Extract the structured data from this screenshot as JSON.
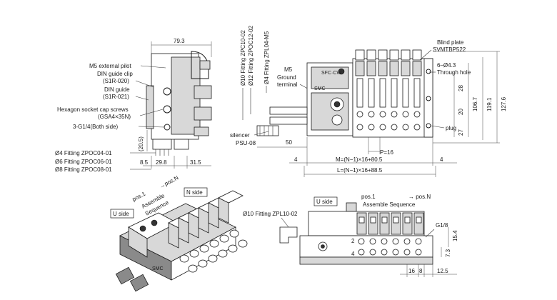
{
  "side_view": {
    "width_top": "79.3",
    "m5_pilot": "M5 external pilot",
    "din_clip": "DIN guide clip",
    "din_clip_code": "(S1R-020)",
    "din_guide": "DIN guide",
    "din_guide_code": "(S1R-021)",
    "hex_screws": "Hexagon socket cap screws",
    "hex_screws_code": "(GSA4×35N)",
    "port_3": "3-G1/4(Both side)",
    "height_20_5": "(20.5)",
    "fit4": "Ø4 Fitting ZPOC04-01",
    "fit6": "Ø6 Fitting ZPOC06-01",
    "fit8": "Ø8 Fitting ZPOC08-01",
    "dim_8_5": "8.5",
    "dim_29_8": "29.8",
    "dim_31_5": "31.5"
  },
  "top_view": {
    "fit10": "Ø10 Fitting ZPC10-02",
    "fit12": "Ø12 Fitting ZPOC12-02",
    "fit4": "Ø4 Fitting ZPL04-M5",
    "m5_ground": "M5",
    "ground": "Ground",
    "terminal": "terminal",
    "silencer": "silencer",
    "silencer_code": "PSU-08",
    "dim_50": "50",
    "p16": "P=16",
    "dim_4_left": "4",
    "dim_4_right": "4",
    "m_formula": "M=(N−1)×16+80.5",
    "l_formula": "L=(N−1)×16+88.5",
    "blind_plate": "Blind plate",
    "blind_plate_code": "SVMTBP522",
    "through_hole": "6–Ø4.3",
    "through_hole2": "Through hole",
    "plug": "plug",
    "dim_28": "28",
    "dim_20": "20",
    "dim_27": "27",
    "dim_106_7": "106.7",
    "dim_119_1": "119.1",
    "dim_127_6": "127.6"
  },
  "iso_view": {
    "pos1": "pos.1",
    "posN": "→pos.N",
    "assemble": "Assemble",
    "sequence": "Sequence",
    "n_side": "N side",
    "u_side": "U side"
  },
  "front_view": {
    "u_side": "U side",
    "pos1": "pos.1",
    "posN": "→ pos.N",
    "assemble": "Assemble Sequence",
    "fit10": "Ø10 Fitting ZPL10-02",
    "g18": "G1/8",
    "dim_15_4": "15.4",
    "dim_7_3": "7.3",
    "port_2": "2",
    "port_4": "4",
    "dim_16a": "16",
    "dim_8": "8",
    "dim_12_5": "12.5"
  },
  "colors": {
    "line": "#1a1a1a",
    "fill": "#d8d8d8"
  }
}
